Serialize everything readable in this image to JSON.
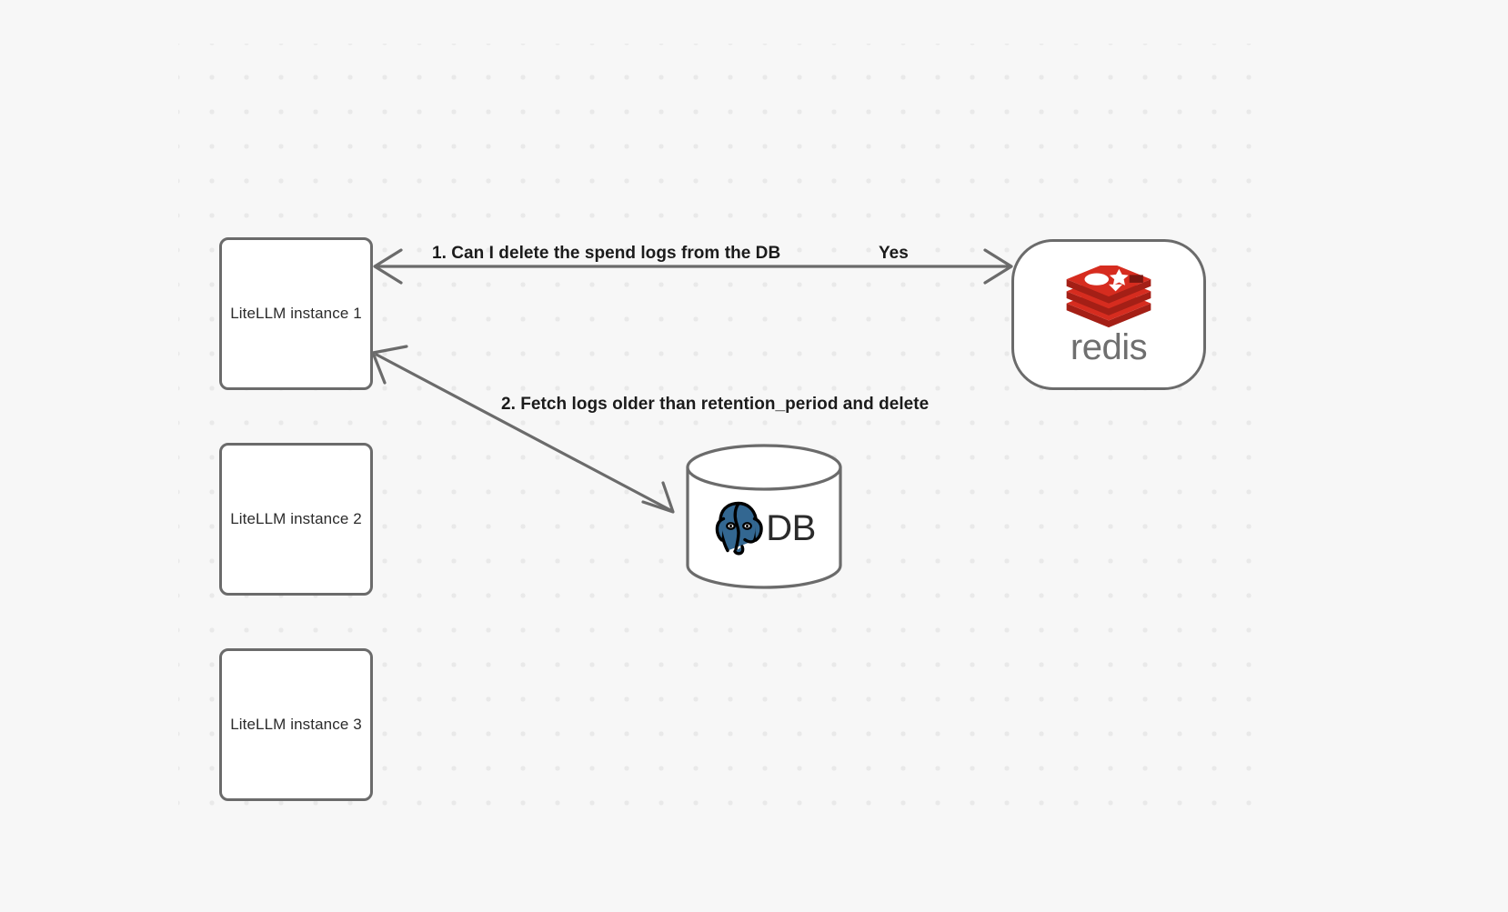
{
  "canvas": {
    "background_color": "#f7f7f7",
    "grid_dot_color": "#e9e9e9",
    "node_stroke_color": "#6b6b6b",
    "node_fill_color": "#ffffff",
    "edge_color": "#6b6b6b",
    "label_color": "#1b1b1b"
  },
  "nodes": {
    "instances": [
      {
        "id": "litellm-instance-1",
        "label": "LiteLLM instance 1"
      },
      {
        "id": "litellm-instance-2",
        "label": "LiteLLM instance 2"
      },
      {
        "id": "litellm-instance-3",
        "label": "LiteLLM instance 3"
      }
    ],
    "redis": {
      "id": "redis-node",
      "wordmark": "redis",
      "logo_color": "#d62c1f",
      "logo_shadow_color": "#a41f16",
      "wordmark_color": "#6f6f6f"
    },
    "database": {
      "id": "database-node",
      "label": "DB",
      "logo_name": "postgresql-elephant-icon",
      "logo_color": "#336791"
    }
  },
  "edges": [
    {
      "id": "edge-instance1-redis",
      "from": "litellm-instance-1",
      "to": "redis-node",
      "arrowheads": "both",
      "label": "1.  Can I delete the spend logs from the DB",
      "reply_label": "Yes"
    },
    {
      "id": "edge-instance1-database",
      "from": "litellm-instance-1",
      "to": "database-node",
      "arrowheads": "both",
      "label": "2.  Fetch logs older than retention_period and delete"
    }
  ]
}
